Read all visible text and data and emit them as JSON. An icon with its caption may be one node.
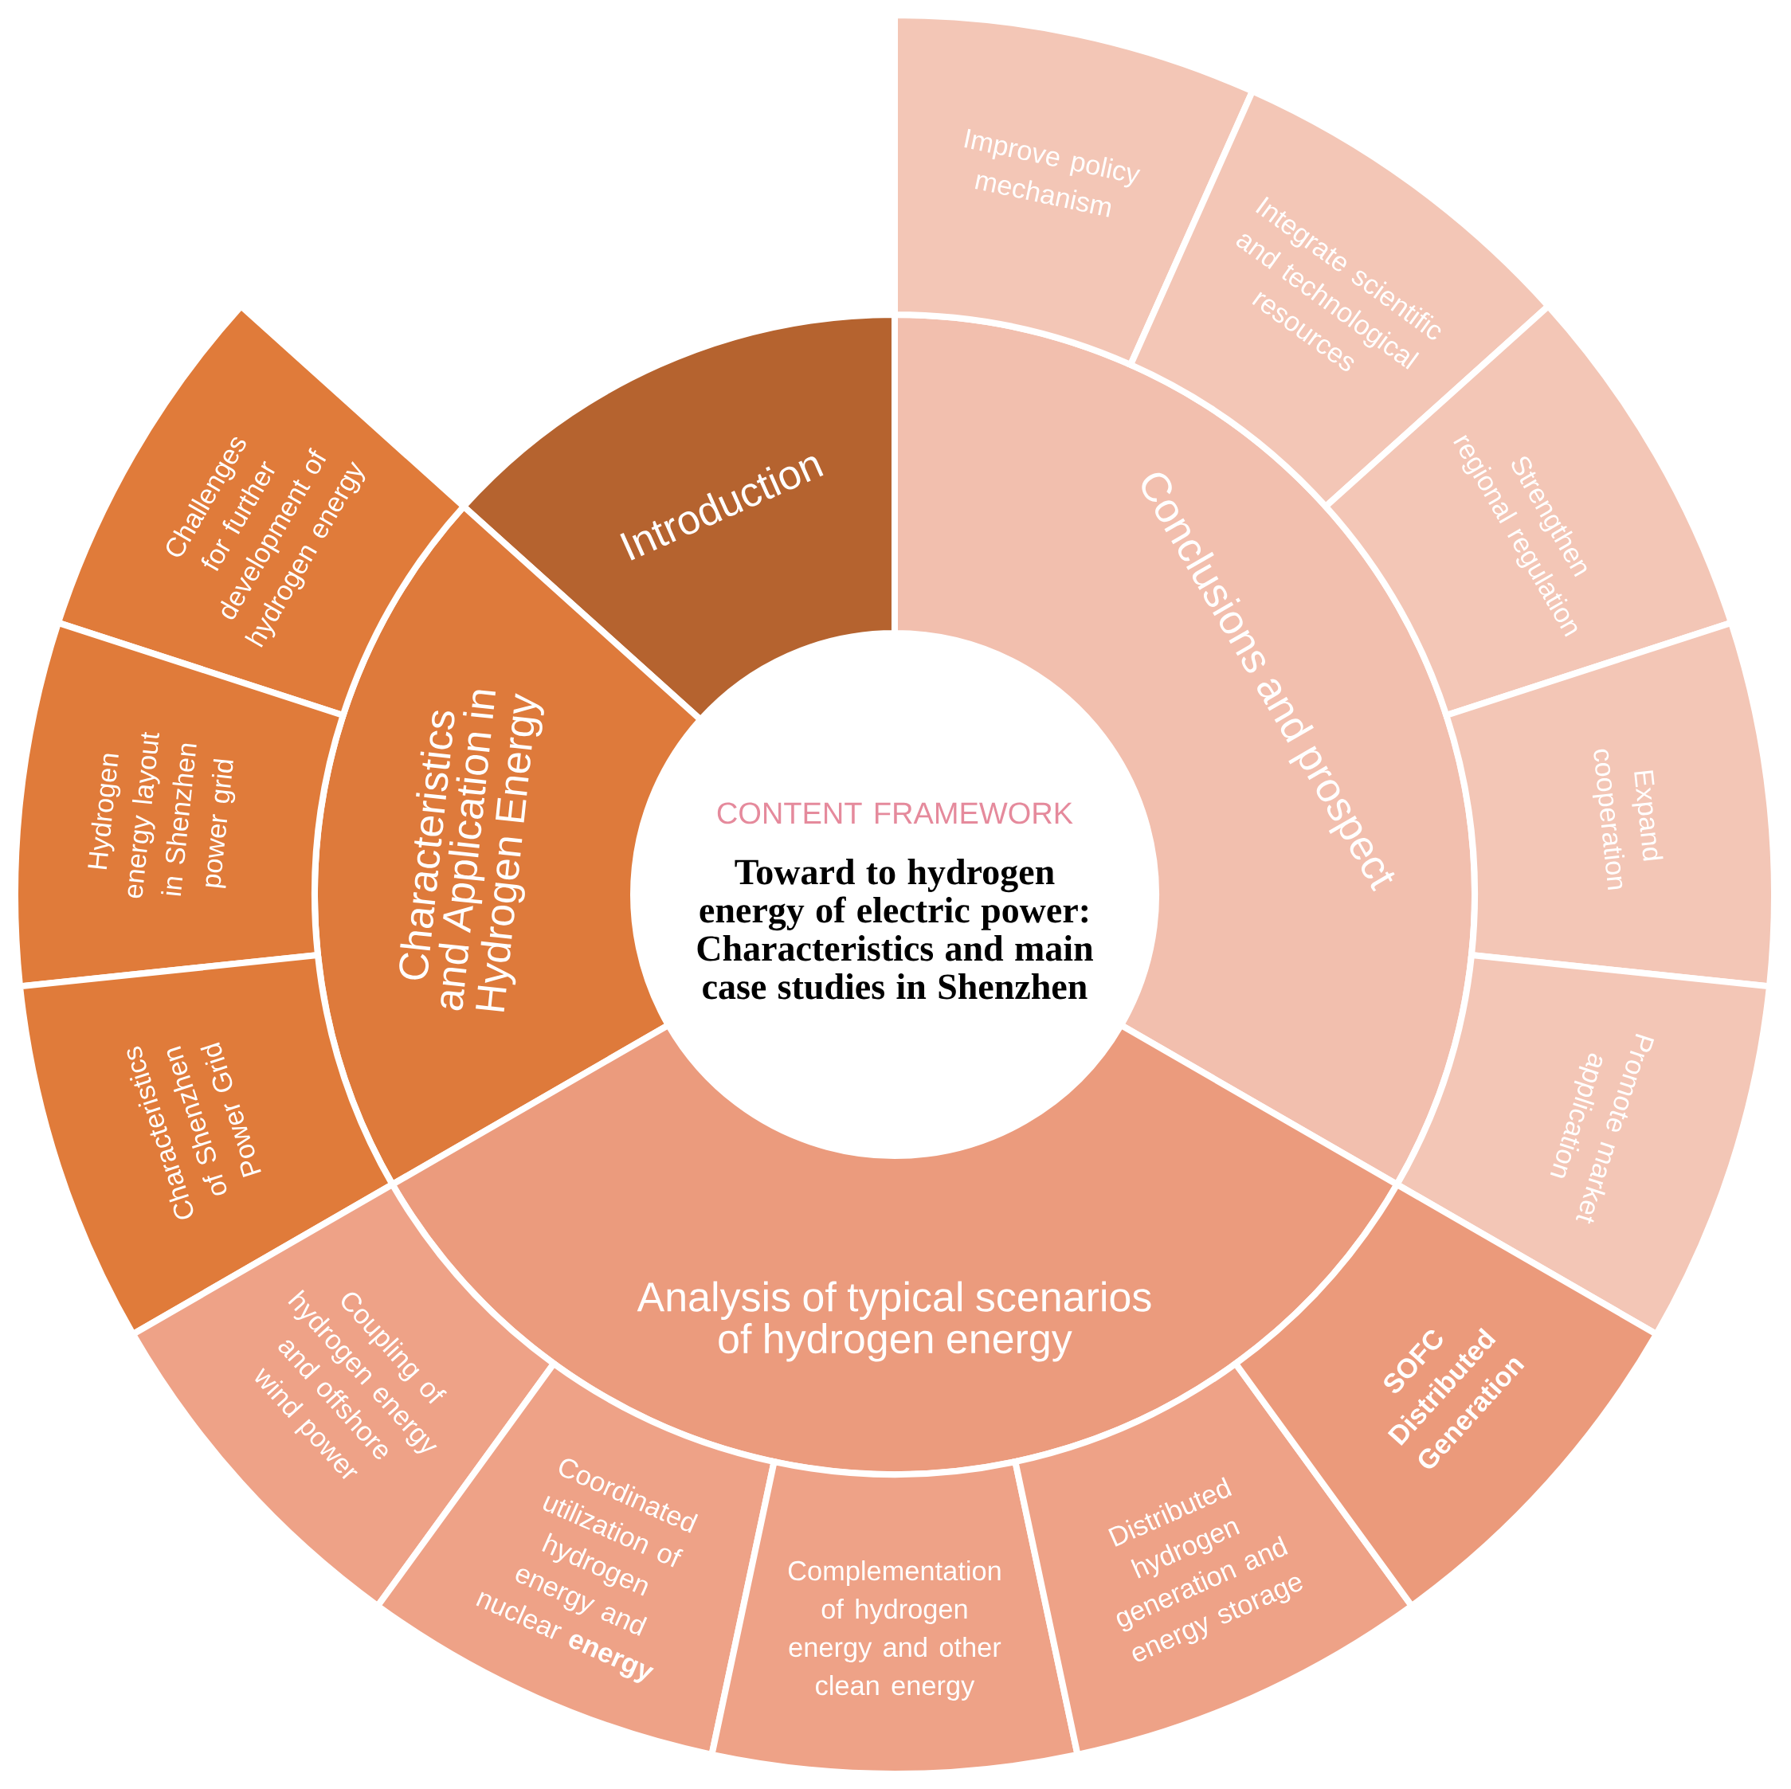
{
  "diagram": {
    "nodes": [
      {
        "text": [
          "CONTENT FRAMEWORK",
          "Toward to hydrogen energy of electric power: Characteristics and main case studies in Shenzhen"
        ]
      },
      {
        "text": [
          "Introduction"
        ]
      },
      {
        "text": [
          "Conclusions and prospect"
        ]
      },
      {
        "text": [
          "Characteristics and Application in Hydrogen Energy"
        ]
      },
      {
        "text": [
          "Analysis of typical scenarios of hydrogen energy"
        ]
      },
      {
        "text": [
          "Improve policy mechanism"
        ]
      },
      {
        "text": [
          "Integrate scientific and technological resources"
        ]
      },
      {
        "text": [
          "Strengthen regional regulation"
        ]
      },
      {
        "text": [
          "Expand cooperation"
        ]
      },
      {
        "text": [
          "Promote market application"
        ]
      },
      {
        "text": [
          "Challenges for further development of hydrogen energy"
        ]
      },
      {
        "text": [
          "Hydrogen energy layout in Shenzhen power grid"
        ]
      },
      {
        "text": [
          "Characteristics of Shenzhen Power Grid"
        ]
      },
      {
        "text": [
          "Coupling of hydrogen energy and offshore wind power"
        ]
      },
      {
        "text": [
          "Coordinated utilization of hydrogen energy and nuclear **energy**"
        ]
      },
      {
        "text": [
          "Complementation of hydrogen energy and other clean energy"
        ]
      },
      {
        "text": [
          "Distributed hydrogen generation and energy storage"
        ]
      },
      {
        "text": [
          "SOFC Distributed Generation"
        ]
      }
    ]
  }
}
